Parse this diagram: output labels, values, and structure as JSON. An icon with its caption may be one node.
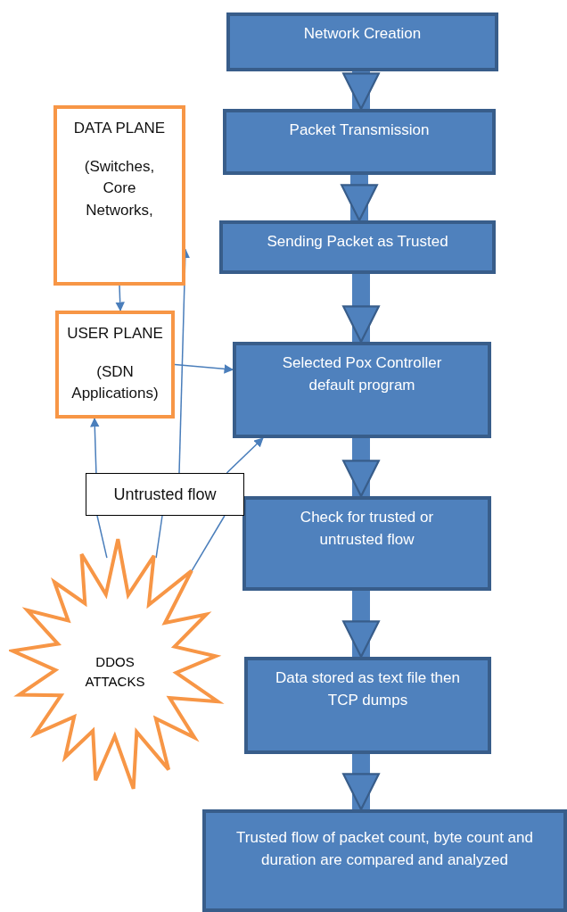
{
  "diagram": {
    "nodes": [
      {
        "text": [
          "Network Creation"
        ]
      },
      {
        "text": [
          "Packet Transmission"
        ]
      },
      {
        "text": [
          "Sending Packet as Trusted"
        ]
      },
      {
        "text": [
          "Selected Pox Controller default program"
        ]
      },
      {
        "text": [
          "Check for trusted or untrusted flow"
        ]
      },
      {
        "text": [
          "Data stored as text file then TCP dumps"
        ]
      },
      {
        "text": [
          "Trusted flow of packet count, byte count and duration are compared and analyzed"
        ]
      },
      {
        "text": [
          "DATA PLANE",
          "(Switches, Core Networks,"
        ]
      },
      {
        "text": [
          "USER PLANE",
          "(SDN Applications)"
        ]
      },
      {
        "text": [
          "Untrusted flow"
        ]
      },
      {
        "text": [
          "DDOS ATTACKS"
        ]
      }
    ],
    "edges": [
      {
        "from": 0,
        "to": 1,
        "arrow": "to",
        "style": "thick"
      },
      {
        "from": 1,
        "to": 2,
        "arrow": "to",
        "style": "thick"
      },
      {
        "from": 2,
        "to": 3,
        "arrow": "to",
        "style": "thick"
      },
      {
        "from": 3,
        "to": 4,
        "arrow": "to",
        "style": "thick"
      },
      {
        "from": 4,
        "to": 5,
        "arrow": "to",
        "style": "thick"
      },
      {
        "from": 5,
        "to": 6,
        "arrow": "to",
        "style": "thick"
      },
      {
        "from": 7,
        "to": 8,
        "arrow": "to"
      },
      {
        "from": 8,
        "to": 3,
        "arrow": "to"
      },
      {
        "from": 10,
        "to": 9,
        "arrow": "none"
      },
      {
        "from": 10,
        "to": 9,
        "arrow": "none"
      },
      {
        "from": 10,
        "to": 9,
        "arrow": "none"
      },
      {
        "from": 9,
        "to": 8,
        "arrow": "to"
      },
      {
        "from": 9,
        "to": 7,
        "arrow": "to"
      },
      {
        "from": 9,
        "to": 3,
        "arrow": "to"
      }
    ]
  }
}
